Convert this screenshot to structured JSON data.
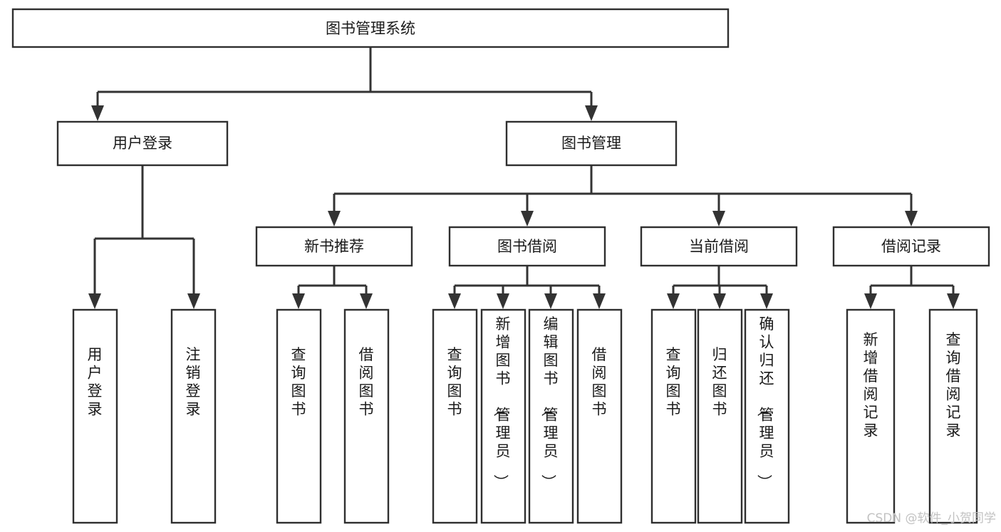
{
  "diagram": {
    "title": "图书管理系统",
    "type": "tree",
    "orientation": "top-down",
    "style": {
      "background": "#ffffff",
      "box_fill": "#ffffff",
      "box_stroke": "#2f2f2f",
      "connector_color": "#333333",
      "text_color": "#1a1a1a",
      "watermark_color": "#c2c2c2"
    },
    "root": {
      "id": "root",
      "label": "图书管理系统"
    },
    "level2": [
      {
        "id": "user-login",
        "label": "用户登录"
      },
      {
        "id": "book-management",
        "label": "图书管理"
      }
    ],
    "level3": [
      {
        "id": "new-book-recommend",
        "label": "新书推荐",
        "parent": "book-management"
      },
      {
        "id": "book-borrow",
        "label": "图书借阅",
        "parent": "book-management"
      },
      {
        "id": "current-borrow",
        "label": "当前借阅",
        "parent": "book-management"
      },
      {
        "id": "borrow-record",
        "label": "借阅记录",
        "parent": "book-management"
      }
    ],
    "leaves": {
      "user-login": [
        {
          "id": "leaf-user-login",
          "label": "用户登录"
        },
        {
          "id": "leaf-user-logout",
          "label": "注销登录"
        }
      ],
      "new-book-recommend": [
        {
          "id": "leaf-query-book-1",
          "label": "查询图书"
        },
        {
          "id": "leaf-borrow-book-1",
          "label": "借阅图书"
        }
      ],
      "book-borrow": [
        {
          "id": "leaf-query-book-2",
          "label": "查询图书"
        },
        {
          "id": "leaf-add-book",
          "label": "新增图书（管理员）"
        },
        {
          "id": "leaf-edit-book",
          "label": "编辑图书（管理员）"
        },
        {
          "id": "leaf-borrow-book-2",
          "label": "借阅图书"
        }
      ],
      "current-borrow": [
        {
          "id": "leaf-query-book-3",
          "label": "查询图书"
        },
        {
          "id": "leaf-return-book",
          "label": "归还图书"
        },
        {
          "id": "leaf-confirm-return",
          "label": "确认归还（管理员）"
        }
      ],
      "borrow-record": [
        {
          "id": "leaf-add-record",
          "label": "新增借阅记录"
        },
        {
          "id": "leaf-query-record",
          "label": "查询借阅记录"
        }
      ]
    }
  },
  "watermark": {
    "text": "CSDN @软件_小贺同学"
  }
}
